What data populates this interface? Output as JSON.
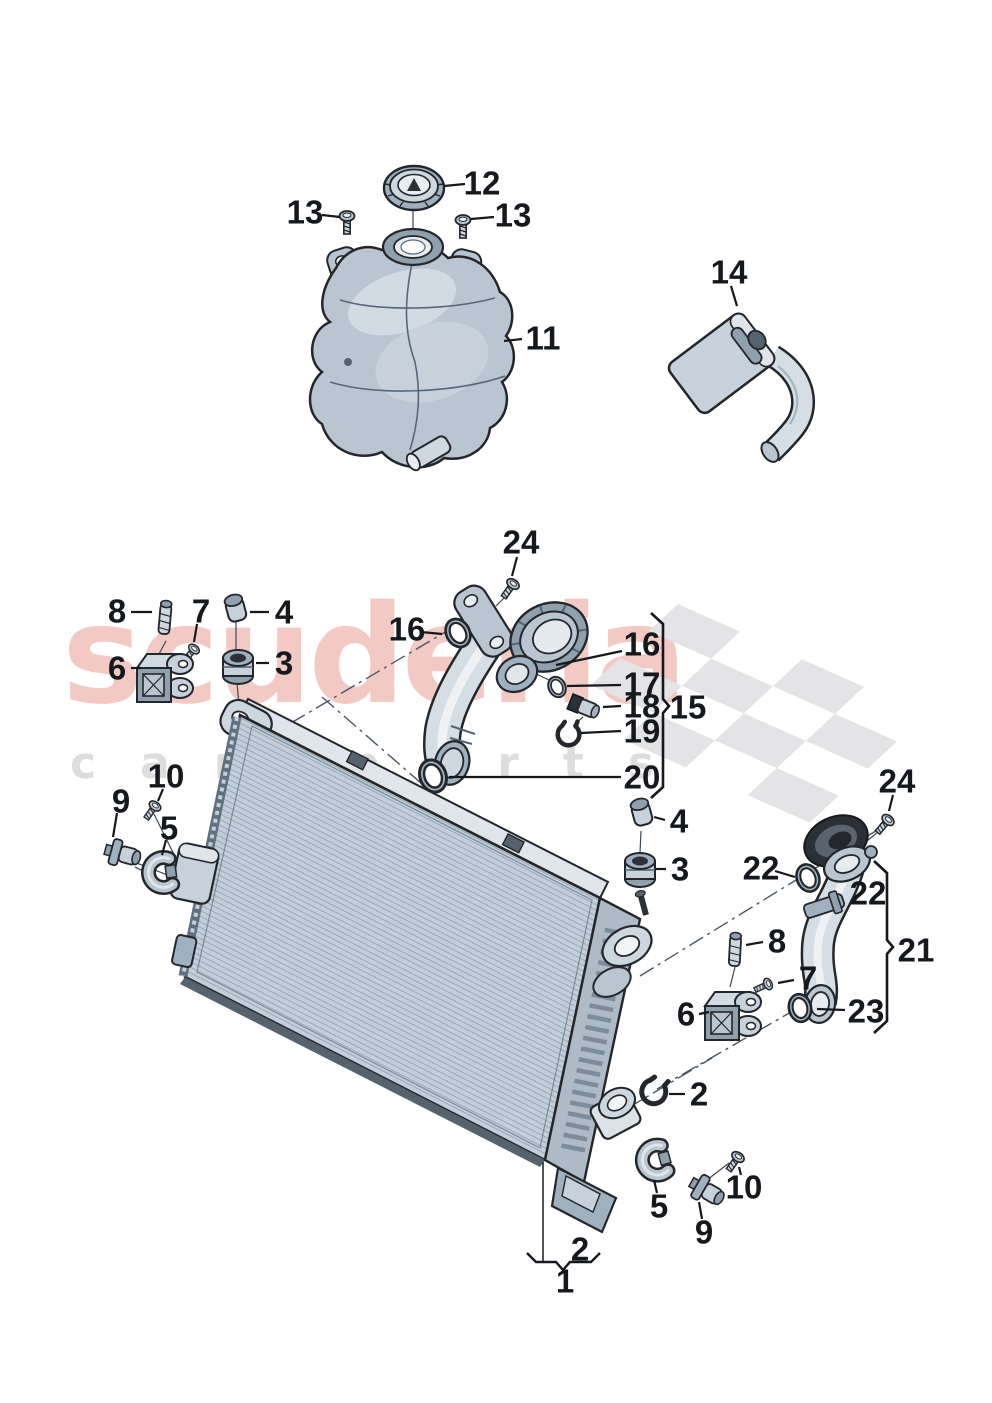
{
  "watermark": {
    "brand": "scuderia",
    "word_left": "car",
    "word_right": "parts"
  },
  "diagram": {
    "callouts": [
      "12",
      "13",
      "13",
      "11",
      "14",
      "24",
      "16",
      "8",
      "7",
      "4",
      "6",
      "3",
      "10",
      "9",
      "5",
      "16",
      "17",
      "18",
      "19",
      "15",
      "20",
      "4",
      "3",
      "24",
      "22",
      "22",
      "21",
      "23",
      "8",
      "7",
      "6",
      "2",
      "5",
      "10",
      "9",
      "2",
      "1"
    ],
    "groups": [
      {
        "ref": "15",
        "members": [
          "16",
          "17",
          "18",
          "19",
          "20"
        ]
      },
      {
        "ref": "21",
        "members": [
          "22",
          "23"
        ]
      },
      {
        "ref": "1",
        "members": [
          "2"
        ]
      }
    ]
  },
  "colors": {
    "watermark_pink": "#f3c9c4",
    "watermark_gray": "#dddddd",
    "flag_gray": "#e4e4e7",
    "outline": "#23262b",
    "part_fill": "#c3cfda"
  }
}
